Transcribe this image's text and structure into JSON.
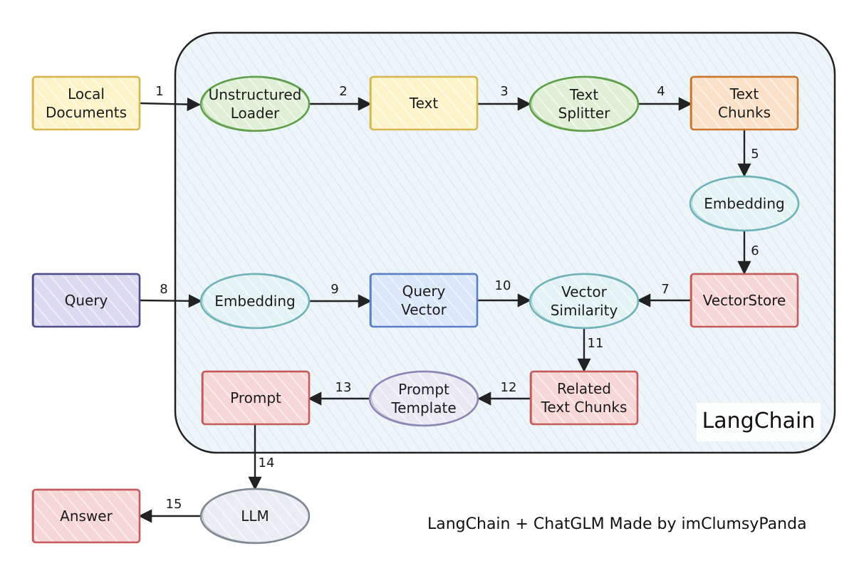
{
  "diagram": {
    "region_title": "LangChain",
    "credit": "LangChain + ChatGLM Made by imClumsyPanda",
    "nodes": {
      "local_documents": {
        "lines": [
          "Local",
          "Documents"
        ]
      },
      "unstructured_loader": {
        "lines": [
          "Unstructured",
          "Loader"
        ]
      },
      "text": {
        "lines": [
          "Text"
        ]
      },
      "text_splitter": {
        "lines": [
          "Text",
          "Splitter"
        ]
      },
      "text_chunks": {
        "lines": [
          "Text",
          "Chunks"
        ]
      },
      "embedding_docs": {
        "lines": [
          "Embedding"
        ]
      },
      "vectorstore": {
        "lines": [
          "VectorStore"
        ]
      },
      "query": {
        "lines": [
          "Query"
        ]
      },
      "embedding_query": {
        "lines": [
          "Embedding"
        ]
      },
      "query_vector": {
        "lines": [
          "Query",
          "Vector"
        ]
      },
      "vector_similarity": {
        "lines": [
          "Vector",
          "Similarity"
        ]
      },
      "related_text_chunks": {
        "lines": [
          "Related",
          "Text Chunks"
        ]
      },
      "prompt_template": {
        "lines": [
          "Prompt",
          "Template"
        ]
      },
      "prompt": {
        "lines": [
          "Prompt"
        ]
      },
      "llm": {
        "lines": [
          "LLM"
        ]
      },
      "answer": {
        "lines": [
          "Answer"
        ]
      }
    },
    "edges": [
      {
        "label": "1",
        "from": "local_documents",
        "to": "unstructured_loader"
      },
      {
        "label": "2",
        "from": "unstructured_loader",
        "to": "text"
      },
      {
        "label": "3",
        "from": "text",
        "to": "text_splitter"
      },
      {
        "label": "4",
        "from": "text_splitter",
        "to": "text_chunks"
      },
      {
        "label": "5",
        "from": "text_chunks",
        "to": "embedding_docs"
      },
      {
        "label": "6",
        "from": "embedding_docs",
        "to": "vectorstore"
      },
      {
        "label": "7",
        "from": "vectorstore",
        "to": "vector_similarity"
      },
      {
        "label": "8",
        "from": "query",
        "to": "embedding_query"
      },
      {
        "label": "9",
        "from": "embedding_query",
        "to": "query_vector"
      },
      {
        "label": "10",
        "from": "query_vector",
        "to": "vector_similarity"
      },
      {
        "label": "11",
        "from": "vector_similarity",
        "to": "related_text_chunks"
      },
      {
        "label": "12",
        "from": "related_text_chunks",
        "to": "prompt_template"
      },
      {
        "label": "13",
        "from": "prompt_template",
        "to": "prompt"
      },
      {
        "label": "14",
        "from": "prompt",
        "to": "llm"
      },
      {
        "label": "15",
        "from": "llm",
        "to": "answer"
      }
    ],
    "colors": {
      "yellow_fill": "#fdf3c8",
      "yellow_stroke": "#d7b850",
      "green_fill": "#e0f0d6",
      "green_stroke": "#5f9e4a",
      "orange_fill": "#fbe1c8",
      "orange_stroke": "#c7782d",
      "teal_fill": "#e3f3f4",
      "teal_stroke": "#6fb2b8",
      "red_fill": "#f7d6d6",
      "red_stroke": "#c65b5b",
      "purple_fill": "#dcdaf0",
      "purple_stroke": "#4f4c8a",
      "blue_fill": "#dbe7fb",
      "blue_stroke": "#5b7fc4",
      "lavender_fill": "#eae8f3",
      "lavender_stroke": "#8b86b3",
      "gray_fill": "#e9edf2",
      "gray_stroke": "#7e8894",
      "region_fill": "#edf5f9",
      "region_stroke": "#222222"
    }
  }
}
